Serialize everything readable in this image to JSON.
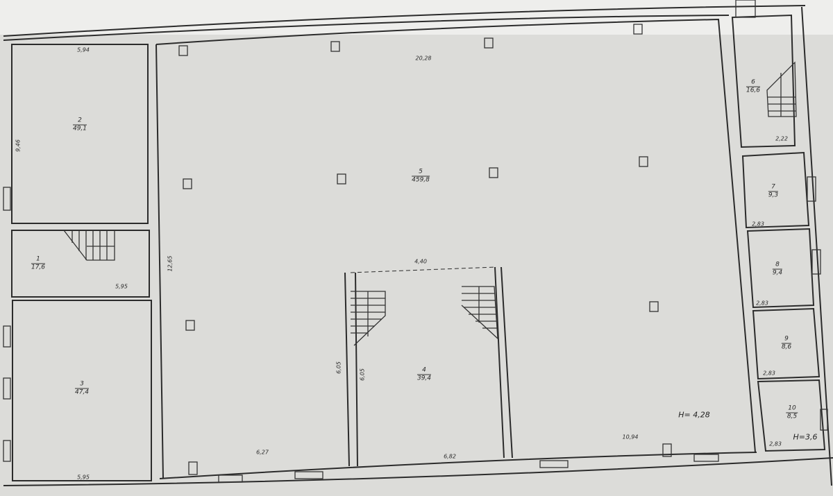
{
  "rooms": [
    {
      "number": "2",
      "area": "49,1"
    },
    {
      "number": "1",
      "area": "17,6"
    },
    {
      "number": "3",
      "area": "47,4"
    },
    {
      "number": "5",
      "area": "459,8"
    },
    {
      "number": "4",
      "area": "39,4"
    },
    {
      "number": "6",
      "area": "16,6"
    },
    {
      "number": "7",
      "area": "9,3"
    },
    {
      "number": "8",
      "area": "9,4"
    },
    {
      "number": "9",
      "area": "8,6"
    },
    {
      "number": "10",
      "area": "8,5"
    }
  ],
  "dimensions": [
    "5,94",
    "9,46",
    "5,95",
    "5,95",
    "20,28",
    "12,65",
    "4,40",
    "6,27",
    "6,82",
    "10,94",
    "2,22",
    "2,83",
    "2,83",
    "2,83",
    "2,83",
    "6,05",
    "6,05"
  ],
  "heights": [
    "H= 4,28",
    "H=3,6"
  ]
}
